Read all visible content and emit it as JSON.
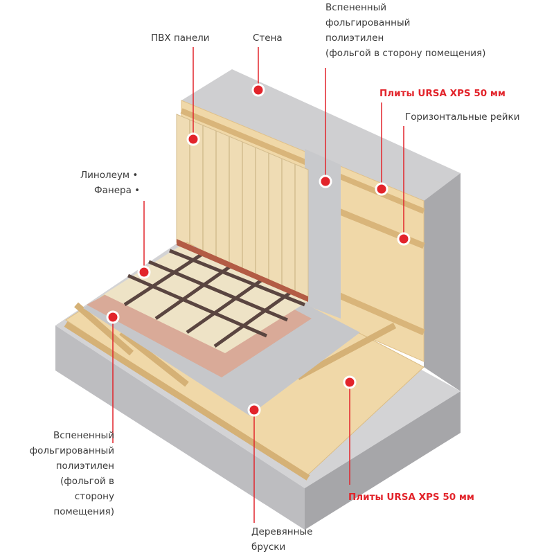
{
  "labels": {
    "pvc_panels": "ПВХ панели",
    "wall": "Стена",
    "foil_top": [
      "Вспененный",
      "фольгированный",
      "полиэтилен",
      "(фольгой в сторону помещения)"
    ],
    "ursa_top": "Плиты URSA XPS 50 мм",
    "horizontal_rails": "Горизонтальные рейки",
    "linoleum": "Линолеум •",
    "plywood": "Фанера •",
    "foil_bottom": [
      "Вспененный",
      "фольгированный",
      "полиэтилен",
      "(фольгой в",
      "сторону",
      "помещения)"
    ],
    "ursa_bottom": "Плиты URSA XPS 50 мм",
    "wood_bars": [
      "Деревянные",
      "бруски"
    ]
  },
  "colors": {
    "accent": "#e2242b",
    "concrete": "#c9c9cb",
    "insulation": "#f1d9a9",
    "wood": "#e6c48a"
  }
}
